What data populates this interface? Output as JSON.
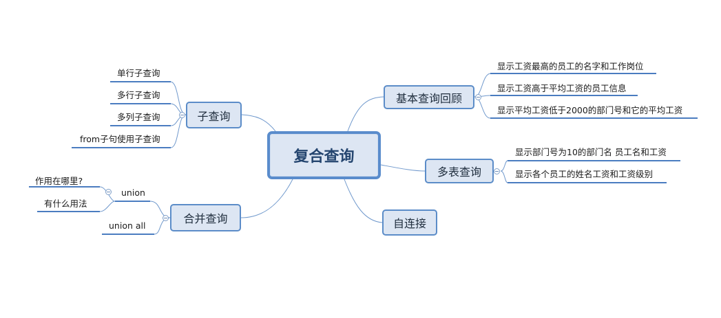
{
  "root": {
    "label": "复合查询"
  },
  "branches": {
    "basic_review": {
      "label": "基本查询回顾",
      "children": [
        "显示工资最高的员工的名字和工作岗位",
        "显示工资高于平均工资的员工信息",
        "显示平均工资低于2000的部门号和它的平均工资"
      ]
    },
    "multi_table": {
      "label": "多表查询",
      "children": [
        "显示部门号为10的部门名 员工名和工资",
        "显示各个员工的姓名工资和工资级别"
      ]
    },
    "self_join": {
      "label": "自连接"
    },
    "subquery": {
      "label": "子查询",
      "children": [
        "单行子查询",
        "多行子查询",
        "多列子查询",
        "from子句使用子查询"
      ]
    },
    "union_query": {
      "label": "合并查询",
      "children": [
        {
          "label": "union",
          "children": [
            "作用在哪里?",
            "有什么用法"
          ]
        },
        {
          "label": "union all"
        }
      ]
    }
  },
  "colors": {
    "line": "#6f98cc",
    "underline": "#4a7cc0",
    "node_fill": "#dde6f3",
    "node_border": "#5b8cc8"
  },
  "icons": {
    "collapse": "collapse-toggle-icon"
  }
}
